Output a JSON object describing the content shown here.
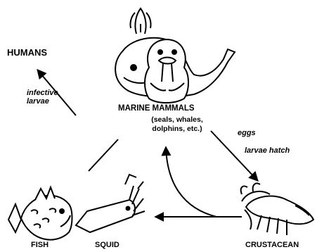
{
  "labels": {
    "humans": "HUMANS",
    "infective_larvae_1": "infective",
    "infective_larvae_2": "larvae",
    "marine_mammals": "MARINE MAMMALS",
    "marine_examples_1": "(seals, whales,",
    "marine_examples_2": "dolphins, etc.)",
    "eggs": "eggs",
    "larvae_hatch": "larvae hatch",
    "fish": "FISH",
    "squid": "SQUID",
    "crustacean": "CRUSTACEAN"
  },
  "colors": {
    "ink": "#000000",
    "background": "#ffffff"
  }
}
